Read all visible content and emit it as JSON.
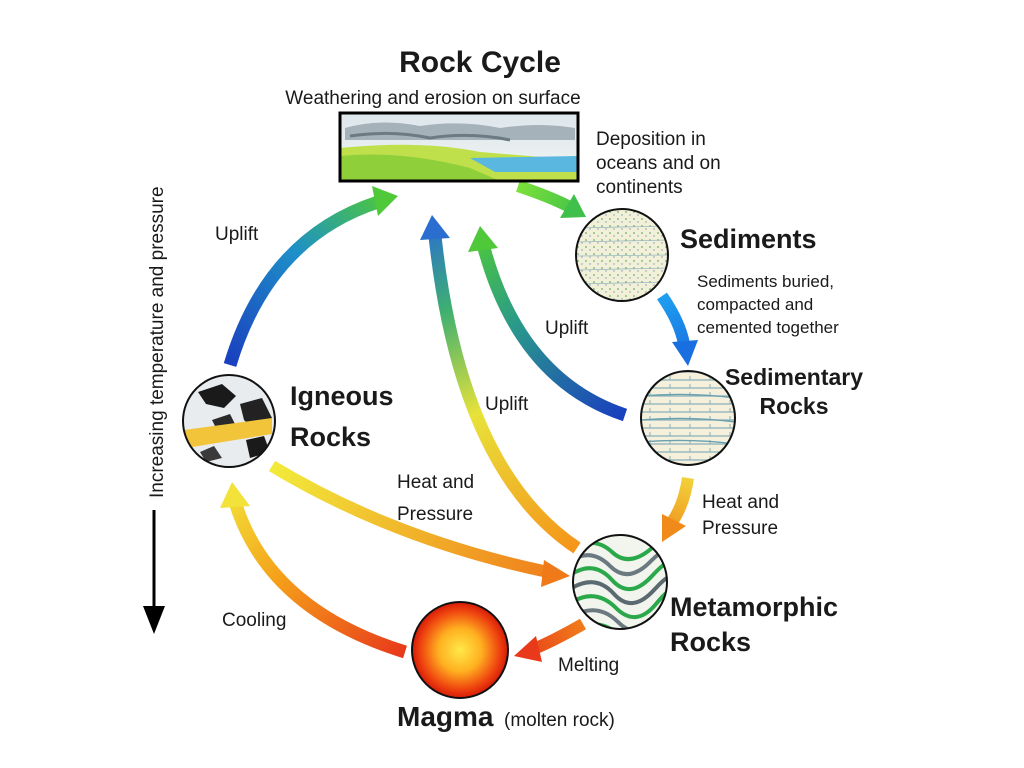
{
  "title": "Rock Cycle",
  "surface_caption": "Weathering and erosion on surface",
  "deposition": [
    "Deposition in",
    "oceans and on",
    "continents"
  ],
  "nodes": {
    "sediments": "Sediments",
    "sedimentary": [
      "Sedimentary",
      "Rocks"
    ],
    "metamorphic": [
      "Metamorphic",
      "Rocks"
    ],
    "igneous": [
      "Igneous",
      "Rocks"
    ],
    "magma": "Magma",
    "magma_note": "(molten rock)"
  },
  "processes": {
    "buried": [
      "Sediments buried,",
      "compacted and",
      "cemented together"
    ],
    "heat_pressure_right": [
      "Heat and",
      "Pressure"
    ],
    "heat_pressure_left": [
      "Heat and",
      "Pressure"
    ],
    "melting": "Melting",
    "cooling": "Cooling",
    "uplift_igneous": "Uplift",
    "uplift_metamorphic": "Uplift",
    "uplift_sedimentary": "Uplift"
  },
  "side_axis": "Increasing temperature and pressure",
  "colors": {
    "hot": "#e8301a",
    "warm": "#f5a21a",
    "yellow": "#f2e234",
    "green": "#52c23a",
    "blue": "#1a3fbf",
    "cyan": "#1e90e8"
  }
}
